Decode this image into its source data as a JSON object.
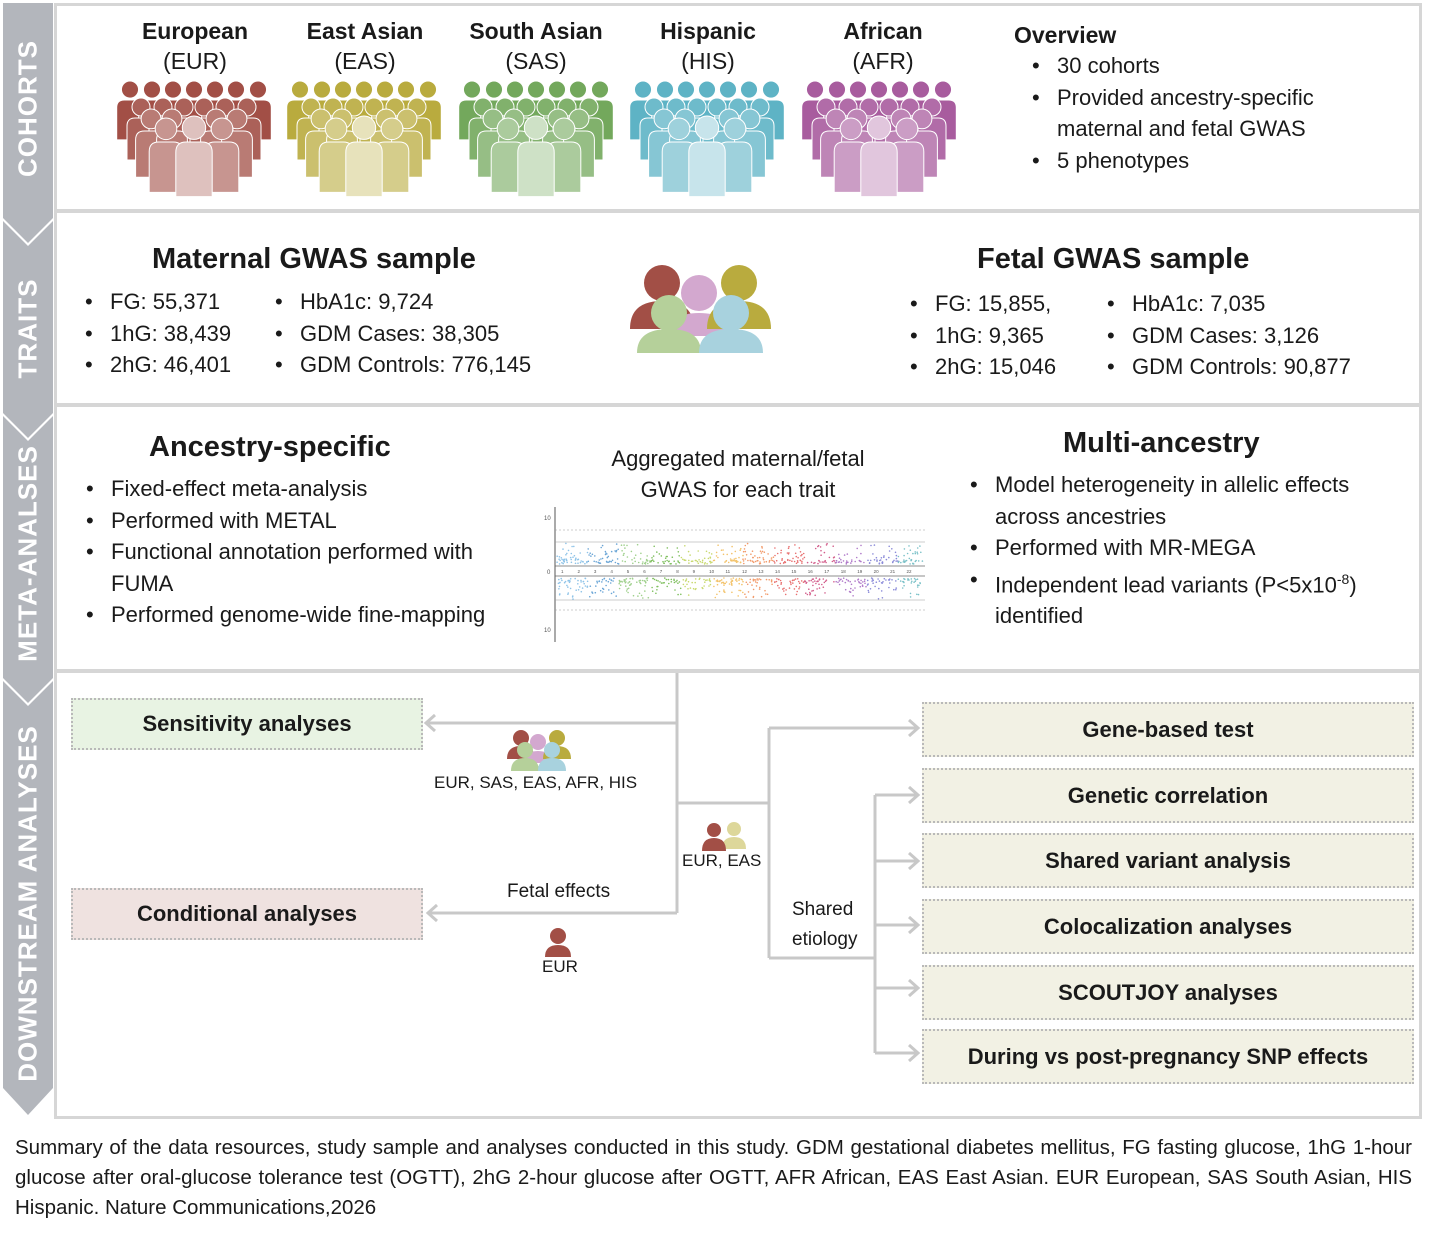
{
  "sidebar": {
    "sections": [
      "COHORTS",
      "TRAITS",
      "META-ANALSES",
      "DOWNSTREAM ANALYSES"
    ],
    "color": "#b3b6bc"
  },
  "cohorts": {
    "groups": [
      {
        "name": "European",
        "code": "(EUR)",
        "color": "#a24f46"
      },
      {
        "name": "East Asian",
        "code": "(EAS)",
        "color": "#b9ab3e"
      },
      {
        "name": "South Asian",
        "code": "(SAS)",
        "color": "#73a85c"
      },
      {
        "name": "Hispanic",
        "code": "(HIS)",
        "color": "#5eb3c5"
      },
      {
        "name": "African",
        "code": "(AFR)",
        "color": "#a85c9e"
      }
    ],
    "overview": {
      "title": "Overview",
      "items": [
        "30 cohorts",
        "Provided ancestry-specific maternal and fetal GWAS",
        "5 phenotypes"
      ]
    }
  },
  "traits": {
    "maternal": {
      "title": "Maternal GWAS sample",
      "col1": [
        "FG: 55,371",
        "1hG: 38,439",
        "2hG: 46,401"
      ],
      "col2": [
        "HbA1c: 9,724",
        "GDM Cases: 38,305",
        "GDM Controls: 776,145"
      ]
    },
    "fetal": {
      "title": "Fetal GWAS sample",
      "col1": [
        "FG: 15,855,",
        "1hG: 9,365",
        "2hG: 15,046"
      ],
      "col2": [
        "HbA1c: 7,035",
        "GDM Cases: 3,126",
        "GDM Controls: 90,877"
      ]
    }
  },
  "meta": {
    "ancestry": {
      "title": "Ancestry-specific",
      "items": [
        "Fixed-effect meta-analysis",
        "Performed with METAL",
        "Functional annotation performed with FUMA",
        "Performed genome-wide fine-mapping"
      ]
    },
    "center_title": "Aggregated maternal/fetal GWAS for each trait",
    "multi": {
      "title": "Multi-ancestry",
      "item1": "Model heterogeneity in allelic effects across ancestries",
      "item2": "Performed with MR-MEGA",
      "item3_pre": "Independent lead variants (P<5x10",
      "item3_sup": "-8",
      "item3_post": ")",
      "item3_line2": "identified"
    },
    "plot_axis": {
      "top": "10",
      "mid": "0",
      "bottom": "10"
    },
    "chromosomes": [
      "1",
      "2",
      "3",
      "4",
      "5",
      "6",
      "7",
      "8",
      "9",
      "10",
      "11",
      "12",
      "13",
      "14",
      "15",
      "16",
      "17",
      "18",
      "19",
      "20",
      "21",
      "22"
    ]
  },
  "downstream": {
    "sensitivity": "Sensitivity analyses",
    "conditional": "Conditional analyses",
    "label_all": "EUR, SAS, EAS, AFR, HIS",
    "label_eur_eas": "EUR, EAS",
    "label_fetal": "Fetal effects",
    "label_eur": "EUR",
    "label_shared": "Shared",
    "label_etiology": "etiology",
    "right_boxes": [
      "Gene-based test",
      "Genetic correlation",
      "Shared variant analysis",
      "Colocalization analyses",
      "SCOUTJOY analyses",
      "During vs post-pregnancy SNP effects"
    ]
  },
  "caption": "Summary of the data resources, study sample and analyses conducted in this study. GDM gestational diabetes mellitus, FG fasting glucose, 1hG 1-hour glucose after oral-glucose tolerance test (OGTT), 2hG 2-hour glucose after OGTT, AFR African, EAS East Asian. EUR European, SAS South Asian, HIS Hispanic. Nature Communications,2026"
}
